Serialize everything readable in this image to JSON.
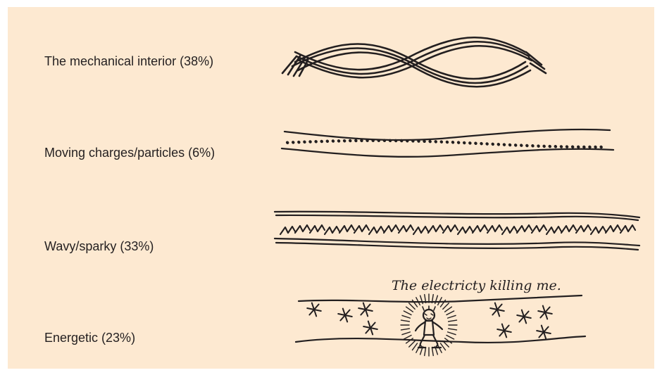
{
  "categories": [
    {
      "id": "mechanical",
      "label": "The mechanical interior (38%)",
      "percent": 38
    },
    {
      "id": "moving",
      "label": "Moving charges/particles (6%)",
      "percent": 6
    },
    {
      "id": "wavy",
      "label": "Wavy/sparky (33%)",
      "percent": 33
    },
    {
      "id": "energetic",
      "label": "Energetic (23%)",
      "percent": 23
    }
  ],
  "drawings": {
    "energetic_caption": "The electricty killing me."
  },
  "colors": {
    "background": "#fde9d1",
    "ink": "#231f20"
  }
}
